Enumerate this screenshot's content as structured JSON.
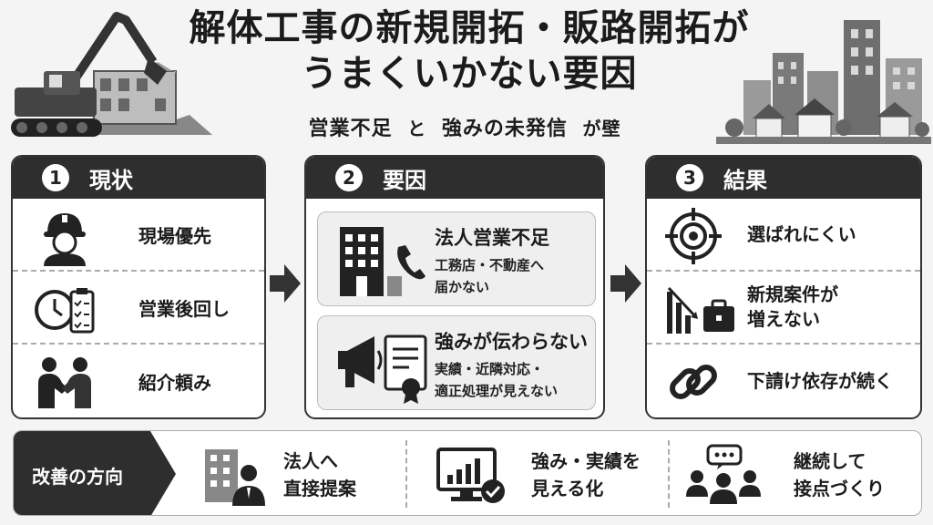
{
  "header": {
    "title_line1": "解体工事の新規開拓・販路開拓が",
    "title_line2": "うまくいかない要因",
    "subtitle_part1": "営業不足",
    "subtitle_and": "と",
    "subtitle_part2": "強みの未発信",
    "subtitle_end": "が壁"
  },
  "panels": [
    {
      "number": "1",
      "title": "現状",
      "rows": [
        {
          "label": "現場優先",
          "icon": "hardhat-worker-icon"
        },
        {
          "label": "営業後回し",
          "icon": "clock-checklist-icon"
        },
        {
          "label": "紹介頼み",
          "icon": "handshake-icon"
        }
      ]
    },
    {
      "number": "2",
      "title": "要因",
      "cards": [
        {
          "title": "法人営業不足",
          "desc_line1": "工務店・不動産へ",
          "desc_line2": "届かない",
          "icon": "building-phone-icon"
        },
        {
          "title": "強みが伝わらない",
          "desc_line1": "実績・近隣対応・",
          "desc_line2": "適正処理が見えない",
          "icon": "megaphone-certificate-icon"
        }
      ]
    },
    {
      "number": "3",
      "title": "結果",
      "rows": [
        {
          "label_line1": "選ばれにくい",
          "label_line2": "",
          "icon": "target-icon"
        },
        {
          "label_line1": "新規案件が",
          "label_line2": "増えない",
          "icon": "declining-chart-briefcase-icon"
        },
        {
          "label_line1": "下請け依存が続く",
          "label_line2": "",
          "icon": "chain-link-icon"
        }
      ]
    }
  ],
  "improvement": {
    "label": "改善の方向",
    "items": [
      {
        "line1": "法人へ",
        "line2": "直接提案",
        "icon": "office-person-icon"
      },
      {
        "line1": "強み・実績を",
        "line2": "見える化",
        "icon": "monitor-chart-check-icon"
      },
      {
        "line1": "継続して",
        "line2": "接点づくり",
        "icon": "group-chat-icon"
      }
    ]
  },
  "colors": {
    "dark": "#2e2e2e",
    "background": "#f4f4f4",
    "card": "#efefef"
  }
}
